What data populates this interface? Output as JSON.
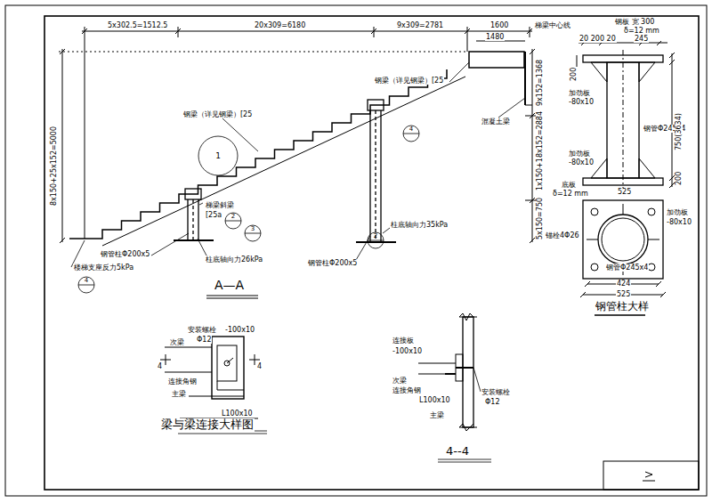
{
  "diagram": {
    "labels": [
      "5x302.5=1512.5",
      "20x309=6180",
      "9x309=2781",
      "1600",
      "1480",
      "梯梁中心线",
      "8x150+25x152=5000",
      "9x152=1368",
      "1x150+18x152=2884",
      "5x150=750",
      "钢梁（详见钢梁）[25",
      "钢梁（详见钢梁）[25",
      "梯梁斜梁",
      "[25a",
      "钢管柱Φ200x5",
      "柱底轴向力26kPa",
      "钢管柱Φ200x5",
      "柱底轴向力35kPa",
      "楼梯支座反力5kPa",
      "混凝土梁",
      "A—A",
      "1",
      "2",
      "3",
      "4",
      "4",
      "2",
      "钢板 宽 300",
      "δ=12 mm",
      "20 200 20",
      "245",
      "200",
      "加劲板",
      "-80x10",
      "钢管Φ245x4",
      "加劲板",
      "-80x10",
      "750(3634)",
      "200",
      "底板",
      "δ=12 mm",
      "525",
      "加劲板",
      "-80x10",
      "锚栓4Φ26",
      "钢管Φ245x4",
      "424",
      "525",
      "钢管柱大样",
      "安装螺栓",
      "Φ12",
      "-100x10",
      "次梁",
      "4",
      "4",
      "连接角钢",
      "主梁",
      "L100x10",
      "梁与梁连接大样图",
      "连接板",
      "-100x10",
      "次梁",
      "连接角钢",
      "L100x10",
      "主梁",
      "安装螺栓",
      "Φ12",
      "4--4"
    ]
  }
}
